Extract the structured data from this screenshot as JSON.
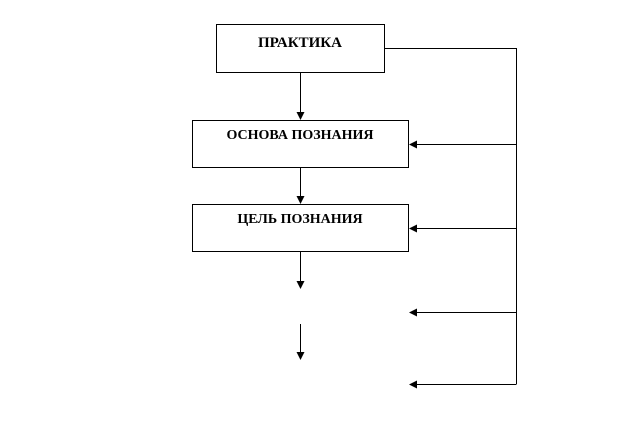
{
  "diagram": {
    "nodes": [
      {
        "id": "practice",
        "label": "ПРАКТИКА"
      },
      {
        "id": "basis",
        "label": "ОСНОВА ПОЗНАНИЯ"
      },
      {
        "id": "goal",
        "label": "ЦЕЛЬ ПОЗНАНИЯ"
      }
    ],
    "edges": [
      {
        "from": "practice",
        "to": "basis"
      },
      {
        "from": "basis",
        "to": "goal"
      },
      {
        "from": "goal",
        "to": "unlabeled-1"
      },
      {
        "from": "unlabeled-1",
        "to": "unlabeled-2"
      },
      {
        "from": "practice",
        "to": "basis",
        "route": "right-feedback"
      },
      {
        "from": "practice",
        "to": "goal",
        "route": "right-feedback"
      },
      {
        "from": "practice",
        "to": "unlabeled-1",
        "route": "right-feedback"
      },
      {
        "from": "practice",
        "to": "unlabeled-2",
        "route": "right-feedback"
      }
    ]
  }
}
